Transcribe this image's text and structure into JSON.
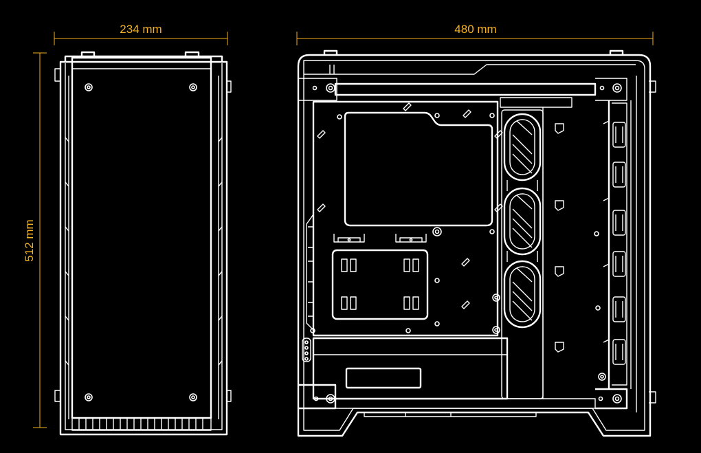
{
  "dimensions": {
    "front_width": "234 mm",
    "side_depth": "480 mm",
    "height": "512 mm"
  },
  "colors": {
    "background": "#000000",
    "line_art": "#ffffff",
    "dimension": "#f5b21e"
  }
}
